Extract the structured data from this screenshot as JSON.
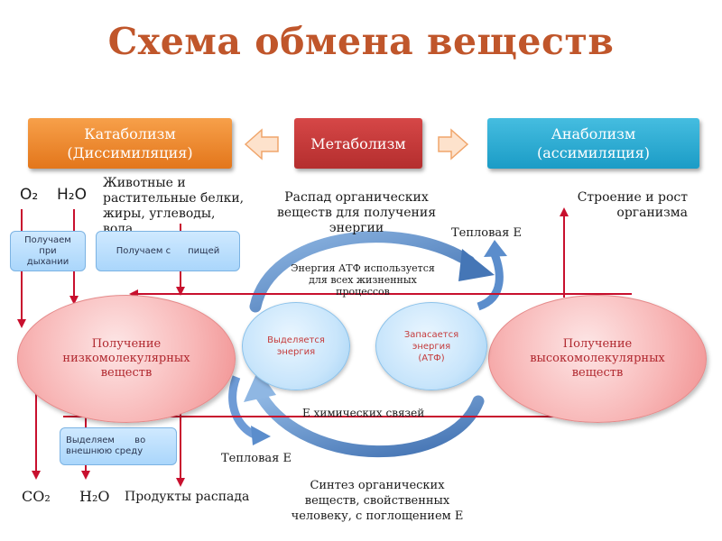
{
  "title": "Схема обмена веществ",
  "header": {
    "catabolism": "Катаболизм\n(Диссимиляция)",
    "metabolism": "Метаболизм",
    "anabolism": "Анаболизм\n(ассимиляция)"
  },
  "inputs": {
    "o2": "O₂",
    "h2o": "H₂O",
    "food_text": "Животные и растительные белки, жиры, углеводы, вода",
    "breathing_box": "Получаем при дыхании",
    "food_box": "Получаем с      пищей"
  },
  "labels": {
    "decomposition": "Распад органических веществ для получения энергии",
    "growth": "Строение и рост организма",
    "heat_top": "Тепловая Е",
    "atp_usage": "Энергия АТФ используется для всех жизненных процессов",
    "chemical_bonds": "Е химических связей",
    "heat_bottom": "Тепловая Е",
    "synthesis": "Синтез органических веществ, свойственных человеку, с поглощением Е"
  },
  "ellipses": {
    "left": "Получение низкомолекулярных веществ",
    "right": "Получение высокомолекулярных веществ",
    "released": "Выделяется энергия",
    "stored": "Запасается энергия (АТФ)"
  },
  "outputs": {
    "excrete_box": "Выделяем       во внешнюю среду",
    "co2": "CO₂",
    "h2o": "H₂O",
    "products": "Продукты распада"
  }
}
